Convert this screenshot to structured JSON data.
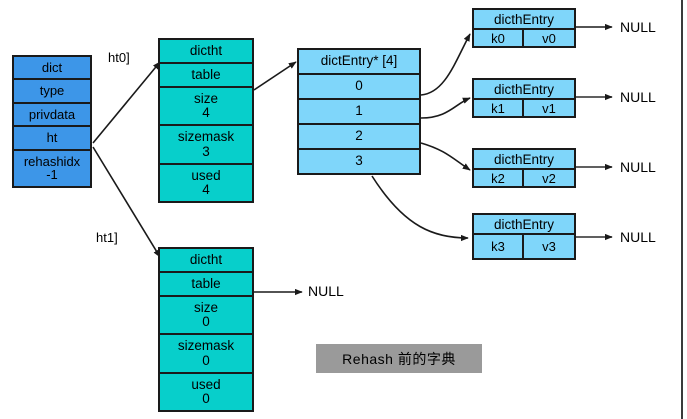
{
  "diagram": {
    "caption": "Rehash 前的字典",
    "pointer_labels": {
      "ht0": "ht0]",
      "ht1": "ht1]"
    },
    "null_text": "NULL"
  },
  "dict": {
    "title": "dict",
    "fields": [
      {
        "name": "type",
        "value": ""
      },
      {
        "name": "privdata",
        "value": ""
      },
      {
        "name": "ht",
        "value": ""
      },
      {
        "name": "rehashidx",
        "value": "-1"
      }
    ]
  },
  "ht0": {
    "title": "dictht",
    "fields": [
      {
        "name": "table",
        "value": ""
      },
      {
        "name": "size",
        "value": "4"
      },
      {
        "name": "sizemask",
        "value": "3"
      },
      {
        "name": "used",
        "value": "4"
      }
    ]
  },
  "ht1": {
    "title": "dictht",
    "fields": [
      {
        "name": "table",
        "value": ""
      },
      {
        "name": "size",
        "value": "0"
      },
      {
        "name": "sizemask",
        "value": "0"
      },
      {
        "name": "used",
        "value": "0"
      }
    ],
    "table_target": "NULL"
  },
  "bucket_array": {
    "title": "dictEntry* [4]",
    "slots": [
      "0",
      "1",
      "2",
      "3"
    ]
  },
  "entries": [
    {
      "title": "dicthEntry",
      "key": "k0",
      "value": "v0",
      "next": "NULL"
    },
    {
      "title": "dicthEntry",
      "key": "k1",
      "value": "v1",
      "next": "NULL"
    },
    {
      "title": "dicthEntry",
      "key": "k2",
      "value": "v2",
      "next": "NULL"
    },
    {
      "title": "dicthEntry",
      "key": "k3",
      "value": "v3",
      "next": "NULL"
    }
  ],
  "colors": {
    "dict_blue": "#3d96e8",
    "dictht_teal": "#07cfcb",
    "entry_lightblue": "#7fd6fa",
    "caption_gray": "#9a9a9a",
    "stroke": "#1a1a1a"
  }
}
